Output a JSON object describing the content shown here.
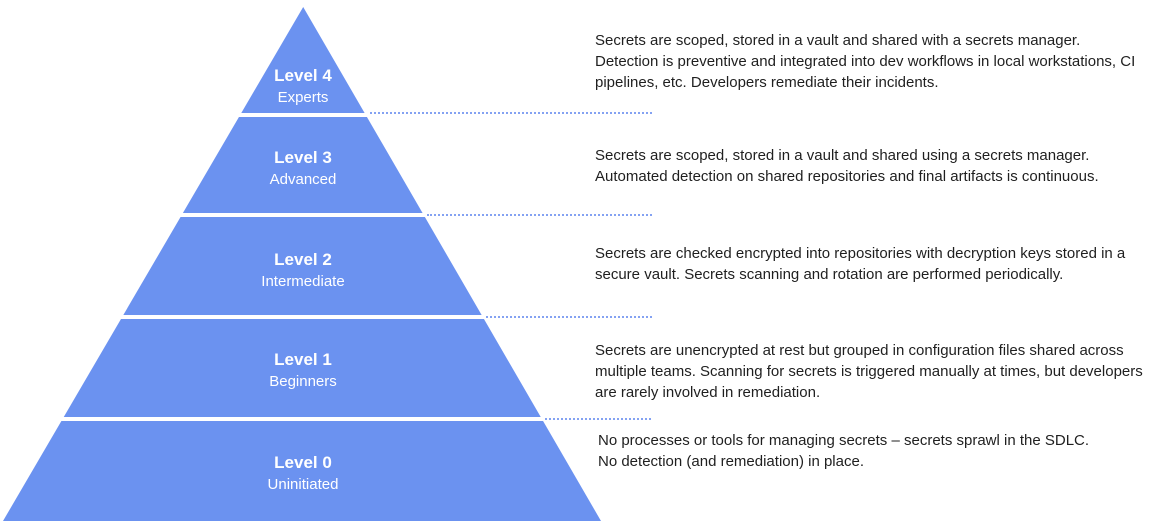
{
  "colors": {
    "pyramid_blue": "#6b92f0",
    "leader_dot_blue": "#84a2f2",
    "body_text": "#1f1f1f",
    "level_text": "#ffffff"
  },
  "pyramid": {
    "levels": [
      {
        "id": "level-4",
        "title": "Level 4",
        "subtitle": "Experts"
      },
      {
        "id": "level-3",
        "title": "Level 3",
        "subtitle": "Advanced"
      },
      {
        "id": "level-2",
        "title": "Level 2",
        "subtitle": "Intermediate"
      },
      {
        "id": "level-1",
        "title": "Level 1",
        "subtitle": "Beginners"
      },
      {
        "id": "level-0",
        "title": "Level 0",
        "subtitle": "Uninitiated"
      }
    ]
  },
  "descriptions": {
    "level4": "Secrets are scoped, stored in a vault and shared with a secrets manager.\nDetection is preventive and integrated into dev workflows in local workstations, CI\npipelines, etc. Developers remediate their incidents.",
    "level3": "Secrets are scoped, stored in a vault and shared using a secrets manager.\nAutomated detection on shared repositories and final artifacts is continuous.",
    "level2": "Secrets are checked encrypted into repositories with decryption keys stored in a\nsecure vault. Secrets scanning and rotation are performed periodically.",
    "level1": "Secrets are unencrypted at rest but grouped in configuration files shared across\nmultiple teams. Scanning for secrets is triggered manually at times, but developers\nare rarely involved in remediation.",
    "level0": "No processes or tools for managing secrets – secrets sprawl in the SDLC.\nNo detection (and remediation) in place."
  }
}
